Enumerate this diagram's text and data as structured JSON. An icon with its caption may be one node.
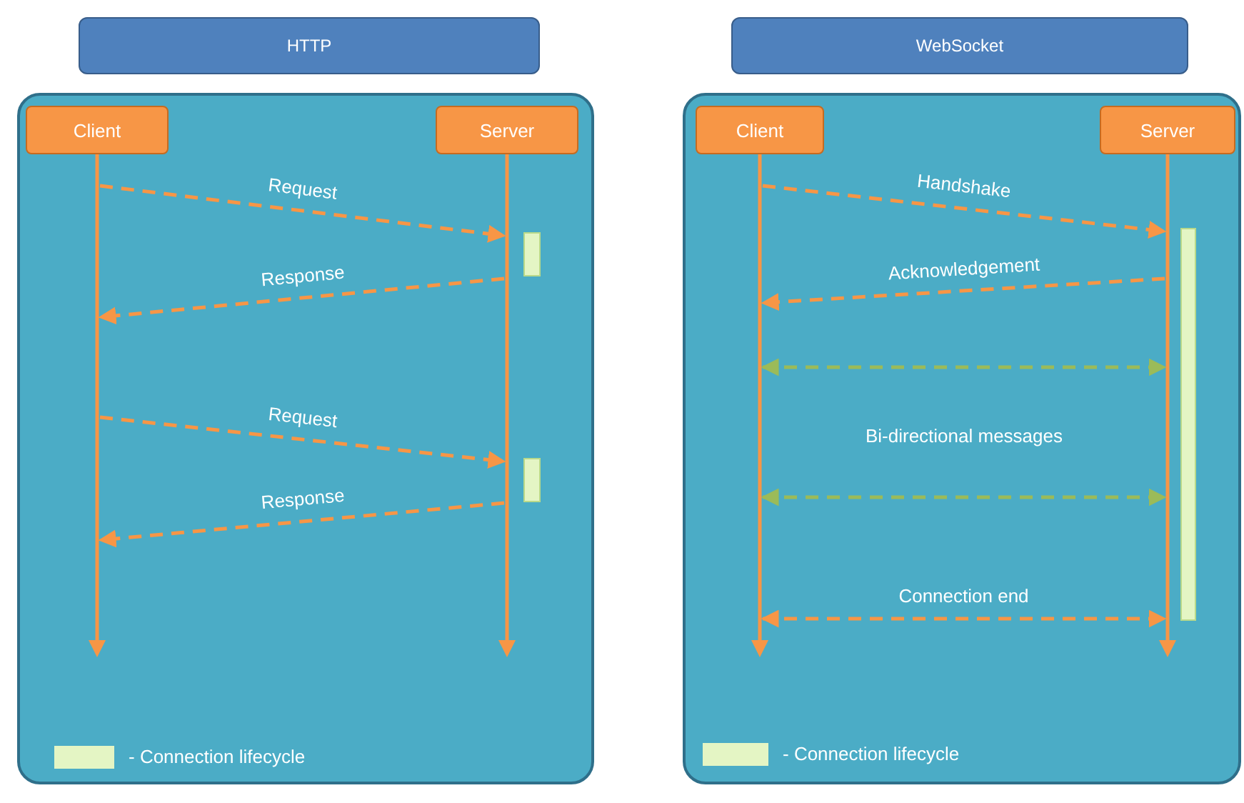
{
  "diagram": {
    "nodes": [
      {
        "text": [
          "HTTP"
        ]
      },
      {
        "text": [
          "Client"
        ]
      },
      {
        "text": [
          "Server"
        ]
      },
      {
        "text": [
          "WebSocket"
        ]
      },
      {
        "text": [
          "Client"
        ]
      },
      {
        "text": [
          "Server"
        ]
      }
    ],
    "edges": [
      {
        "from": 1,
        "to": 2,
        "arrow": "to",
        "label": "Request",
        "style": "dashed"
      },
      {
        "from": 2,
        "to": 1,
        "arrow": "to",
        "label": "Response",
        "style": "dashed"
      },
      {
        "from": 1,
        "to": 2,
        "arrow": "to",
        "label": "Request",
        "style": "dashed"
      },
      {
        "from": 2,
        "to": 1,
        "arrow": "to",
        "label": "Response",
        "style": "dashed"
      },
      {
        "from": 4,
        "to": 5,
        "arrow": "to",
        "label": "Handshake",
        "style": "dashed"
      },
      {
        "from": 5,
        "to": 4,
        "arrow": "to",
        "label": "Acknowledgement",
        "style": "dashed"
      },
      {
        "from": 4,
        "to": 5,
        "arrow": "both",
        "style": "dashed",
        "color": "#9bbb59"
      },
      {
        "from": 4,
        "to": 5,
        "arrow": "both",
        "style": "dashed",
        "color": "#9bbb59"
      },
      {
        "from": 4,
        "to": 5,
        "arrow": "both",
        "label": "Connection end",
        "style": "dashed"
      }
    ],
    "labels": [
      "Bi-directional messages"
    ],
    "legend": [
      {
        "text": "- Connection lifecycle",
        "color": "#e4f5c4"
      },
      {
        "text": "- Connection lifecycle",
        "color": "#e4f5c4"
      }
    ]
  }
}
